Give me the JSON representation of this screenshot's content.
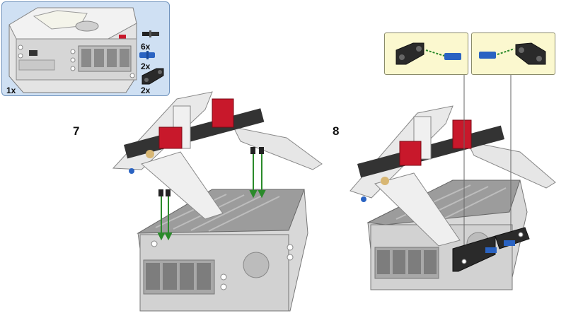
{
  "parts_list": {
    "items": [
      {
        "qty": "1x",
        "part": "ev3-brick"
      },
      {
        "qty": "6x",
        "part": "black-friction-pin"
      },
      {
        "qty": "2x",
        "part": "blue-axle-pin"
      },
      {
        "qty": "2x",
        "part": "black-angled-beam"
      }
    ]
  },
  "steps": [
    {
      "number": "7"
    },
    {
      "number": "8"
    }
  ],
  "colors": {
    "panel_bg": "#cfe0f3",
    "callout_bg": "#fbf8cf",
    "guide_arrow": "#2a8a2a",
    "accent_red": "#c8182b",
    "pin_blue": "#2a63c2"
  }
}
